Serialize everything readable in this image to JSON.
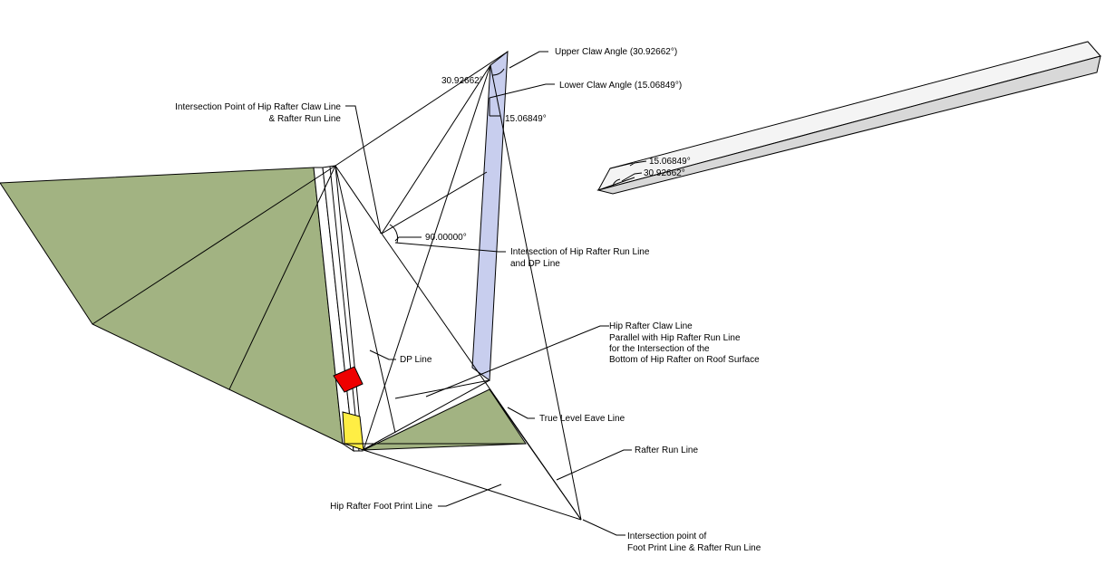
{
  "colors": {
    "roof_green": "#a2b382",
    "hip_blue": "#c8ceee",
    "marker_red": "#ee0000",
    "marker_yellow": "#ffee44",
    "rafter_top": "#f4f4f4",
    "rafter_side": "#d8d8d8",
    "line": "#000000",
    "background": "#ffffff"
  },
  "labels": {
    "upper_claw": "Upper Claw Angle (30.92662°)",
    "lower_claw": "Lower Claw Angle (15.06849°)",
    "intersection_claw_run_1": "Intersection Point of Hip Rafter Claw Line",
    "intersection_claw_run_2": "& Rafter Run Line",
    "intersection_dp_1": "Intersection of Hip Rafter Run Line",
    "intersection_dp_2": "and DP Line",
    "claw_line_1": "Hip Rafter Claw Line",
    "claw_line_2": "Parallel with Hip Rafter Run Line",
    "claw_line_3": "for the Intersection of the",
    "claw_line_4": "Bottom of Hip Rafter on Roof Surface",
    "dp_line": "DP Line",
    "eave_line": "True Level Eave Line",
    "rafter_run_line": "Rafter Run Line",
    "foot_print_line": "Hip Rafter Foot Print Line",
    "intersection_foot_1": "Intersection point of",
    "intersection_foot_2": "Foot Print Line & Rafter Run Line"
  },
  "dimensions": {
    "upper_angle": "30.92662°",
    "lower_angle": "15.06849°",
    "right_angle": "90.00000°",
    "rafter_lower_angle": "15.06849°",
    "rafter_upper_angle": "30.92662°"
  }
}
